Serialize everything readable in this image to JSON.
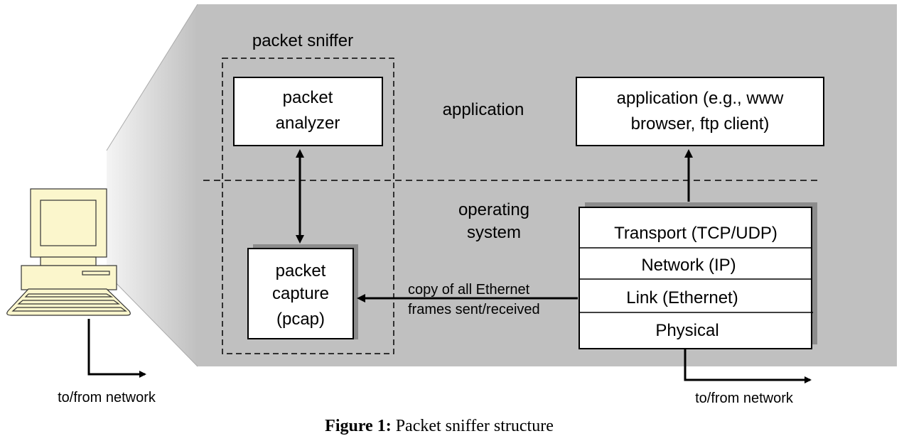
{
  "diagram": {
    "sniffer_label": "packet sniffer",
    "packet_analyzer": [
      "packet",
      "analyzer"
    ],
    "packet_capture": [
      "packet",
      "capture",
      "(pcap)"
    ],
    "layer_application": "application",
    "layer_os": [
      "operating",
      "system"
    ],
    "app_box": [
      "application (e.g., www",
      "browser, ftp client)"
    ],
    "stack": [
      "Transport (TCP/UDP)",
      "Network (IP)",
      "Link (Ethernet)",
      "Physical"
    ],
    "copy_label": [
      "copy of all Ethernet",
      "frames sent/received"
    ],
    "left_network": "to/from network",
    "right_network": "to/from network",
    "colors": {
      "panel": "#c0c0c0",
      "shadow": "#8c8c8c",
      "computer": "#fbf6cc"
    }
  },
  "caption": {
    "bold": "Figure 1:",
    "text": " Packet sniffer structure"
  }
}
